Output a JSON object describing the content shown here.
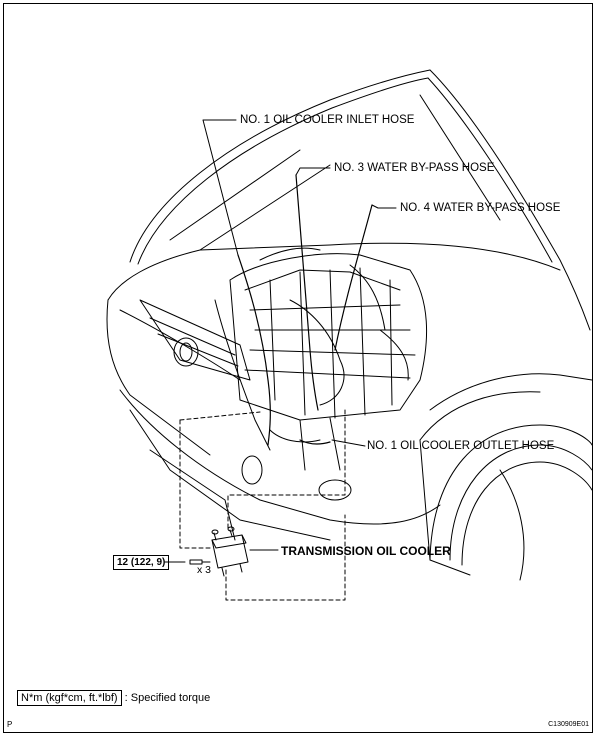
{
  "labels": {
    "inlet_hose": "NO. 1 OIL COOLER INLET HOSE",
    "water_bypass_3": "NO. 3 WATER BY-PASS HOSE",
    "water_bypass_4": "NO. 4 WATER BY-PASS HOSE",
    "outlet_hose": "NO. 1 OIL COOLER OUTLET HOSE",
    "oil_cooler": "TRANSMISSION OIL COOLER"
  },
  "torque": {
    "value": "12 (122, 9)",
    "quantity": "x 3"
  },
  "legend": {
    "unit_box": "N*m (kgf*cm, ft.*lbf)",
    "description": ": Specified torque"
  },
  "corner": {
    "left_mark": "P",
    "figure_code": "C130909E01"
  }
}
